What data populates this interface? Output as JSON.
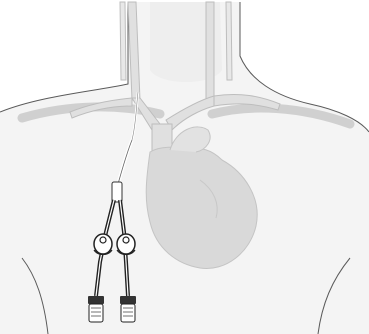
{
  "figure": {
    "caption": "",
    "parts": {
      "torso": "torso-silhouette",
      "neck": "neck",
      "clavicles": "clavicles",
      "veins": "central-veins",
      "heart": "heart",
      "catheter": "tunneled-dual-lumen-catheter"
    }
  },
  "colors": {
    "body_fill": "#f4f4f4",
    "body_outline": "#4a4a4a",
    "bone": "#d6d6d6",
    "vessel": "#dcdcdc",
    "vessel_edge": "#bdbdbd",
    "heart": "#d9d9d9",
    "catheter_dark": "#2a2a2a",
    "catheter_light": "#ffffff"
  }
}
